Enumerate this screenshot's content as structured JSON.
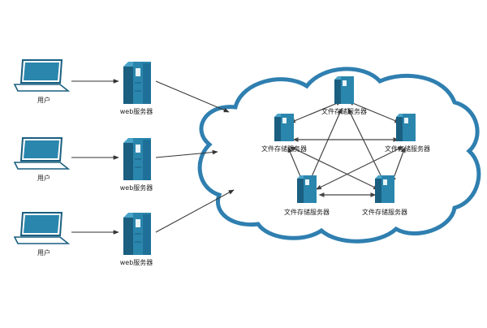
{
  "users": [
    {
      "label": "用户"
    },
    {
      "label": "用户"
    },
    {
      "label": "用户"
    }
  ],
  "web_servers": [
    {
      "label": "web服务器"
    },
    {
      "label": "web服务器"
    },
    {
      "label": "web服务器"
    }
  ],
  "storage_servers": [
    {
      "label": "文件存储服务器"
    },
    {
      "label": "文件存储服务器"
    },
    {
      "label": "文件存储服务器"
    },
    {
      "label": "文件存储服务器"
    },
    {
      "label": "文件存储服务器"
    }
  ],
  "colors": {
    "cloud_stroke": "#2f7fb0",
    "server_fill": "#2a86ad",
    "server_dark": "#1a5f80",
    "laptop_fill": "#2a86ad",
    "arrow": "#333333"
  }
}
